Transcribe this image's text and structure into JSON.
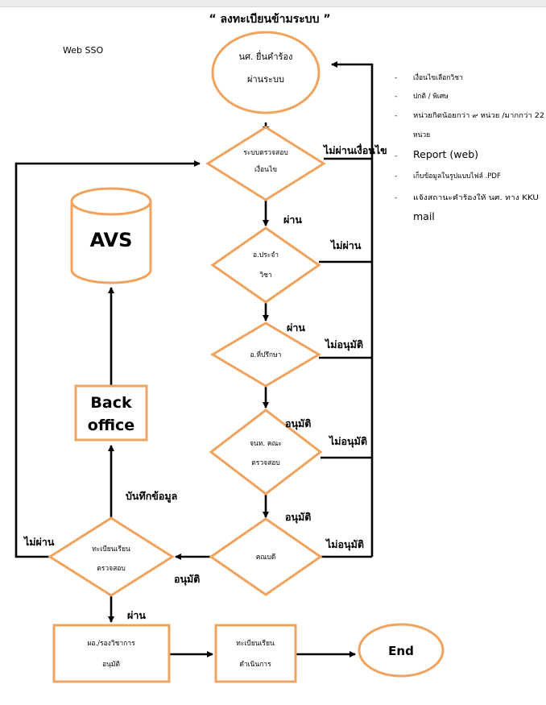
{
  "title": "“ ลงทะเบียนข้ามระบบ ”",
  "source_label": "Web SSO",
  "nodes": {
    "start": [
      "นศ. ยื่นคำร้อง",
      "ผ่านระบบ"
    ],
    "system_check": [
      "ระบบตรวจสอบ",
      "เงื่อนไข"
    ],
    "course_teacher": [
      "อ.ประจำ",
      "วิชา"
    ],
    "advisor": "อ.ที่ปรึกษา",
    "faculty_staff": [
      "จนท. คณะ",
      "ตรวจสอบ"
    ],
    "dean": "คณบดี",
    "registrar_check": [
      "ทะเบียนเรียน",
      "ตรวจสอบ"
    ],
    "avs": "AVS",
    "back_office": [
      "Back",
      "office"
    ],
    "vice_president": [
      "ผอ./รองวิชาการ",
      "อนุมัติ"
    ],
    "registrar_process": [
      "ทะเบียนเรียน",
      "ดำเนินการ"
    ],
    "end": "End"
  },
  "edge_labels": {
    "fail_condition": "ไม่ผ่านเงื่อนไข",
    "pass_1": "ผ่าน",
    "fail_teacher": "ไม่ผ่าน",
    "pass_2": "ผ่าน",
    "reject_advisor": "ไม่อนุมัติ",
    "approve_1": "อนุมัติ",
    "reject_staff": "ไม่อนุมัติ",
    "approve_2": "อนุมัติ",
    "reject_dean": "ไม่อนุมัติ",
    "approve_3": "อนุมัติ",
    "fail_registrar": "ไม่ผ่าน",
    "save_data": "บันทึกข้อมูล",
    "pass_3": "ผ่าน"
  },
  "notes": [
    "เงื่อนไขเลือกวิชา",
    "ปกติ / พิเศษ",
    "หน่วยกิตน้อยกว่า ๙ หน่วย  /มากกว่า 22",
    "หน่วย",
    "Report (web)",
    "เก็บข้อมูลในรูปแบบไฟล์ .PDF",
    "แจ้งสถานะคำร้องให้ นศ. ทาง KKU",
    "mail"
  ],
  "note_bullet": "-"
}
